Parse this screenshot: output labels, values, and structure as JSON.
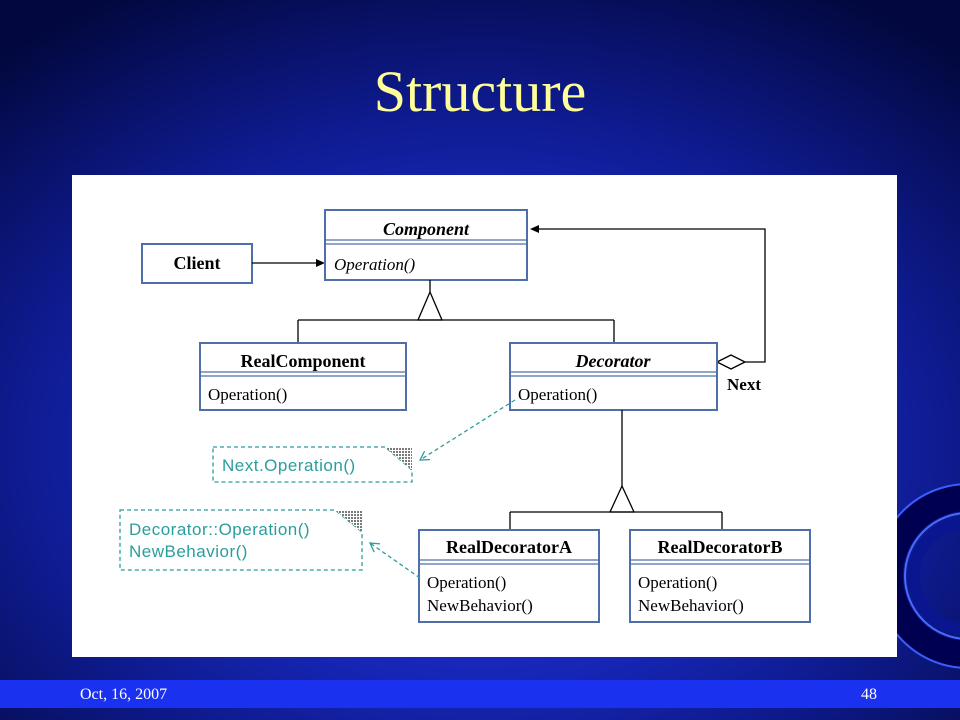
{
  "slide": {
    "title": "Structure",
    "footer_date": "Oct, 16, 2007",
    "page_number": "48"
  },
  "diagram": {
    "client": {
      "name": "Client"
    },
    "component": {
      "name": "Component",
      "operations": [
        "Operation()"
      ]
    },
    "real_component": {
      "name": "RealComponent",
      "operations": [
        "Operation()"
      ]
    },
    "decorator": {
      "name": "Decorator",
      "operations": [
        "Operation()"
      ]
    },
    "real_decorator_a": {
      "name": "RealDecoratorA",
      "operations": [
        "Operation()",
        "NewBehavior()"
      ]
    },
    "real_decorator_b": {
      "name": "RealDecoratorB",
      "operations": [
        "Operation()",
        "NewBehavior()"
      ]
    },
    "association_label": "Next",
    "notes": [
      {
        "lines": [
          "Next.Operation()"
        ]
      },
      {
        "lines": [
          "Decorator::Operation()",
          "NewBehavior()"
        ]
      }
    ]
  },
  "colors": {
    "title_text": "#FFFF99",
    "footer_band": "#1A32F0",
    "class_border": "#4F6FA8",
    "note_text": "#2A9D9D"
  }
}
